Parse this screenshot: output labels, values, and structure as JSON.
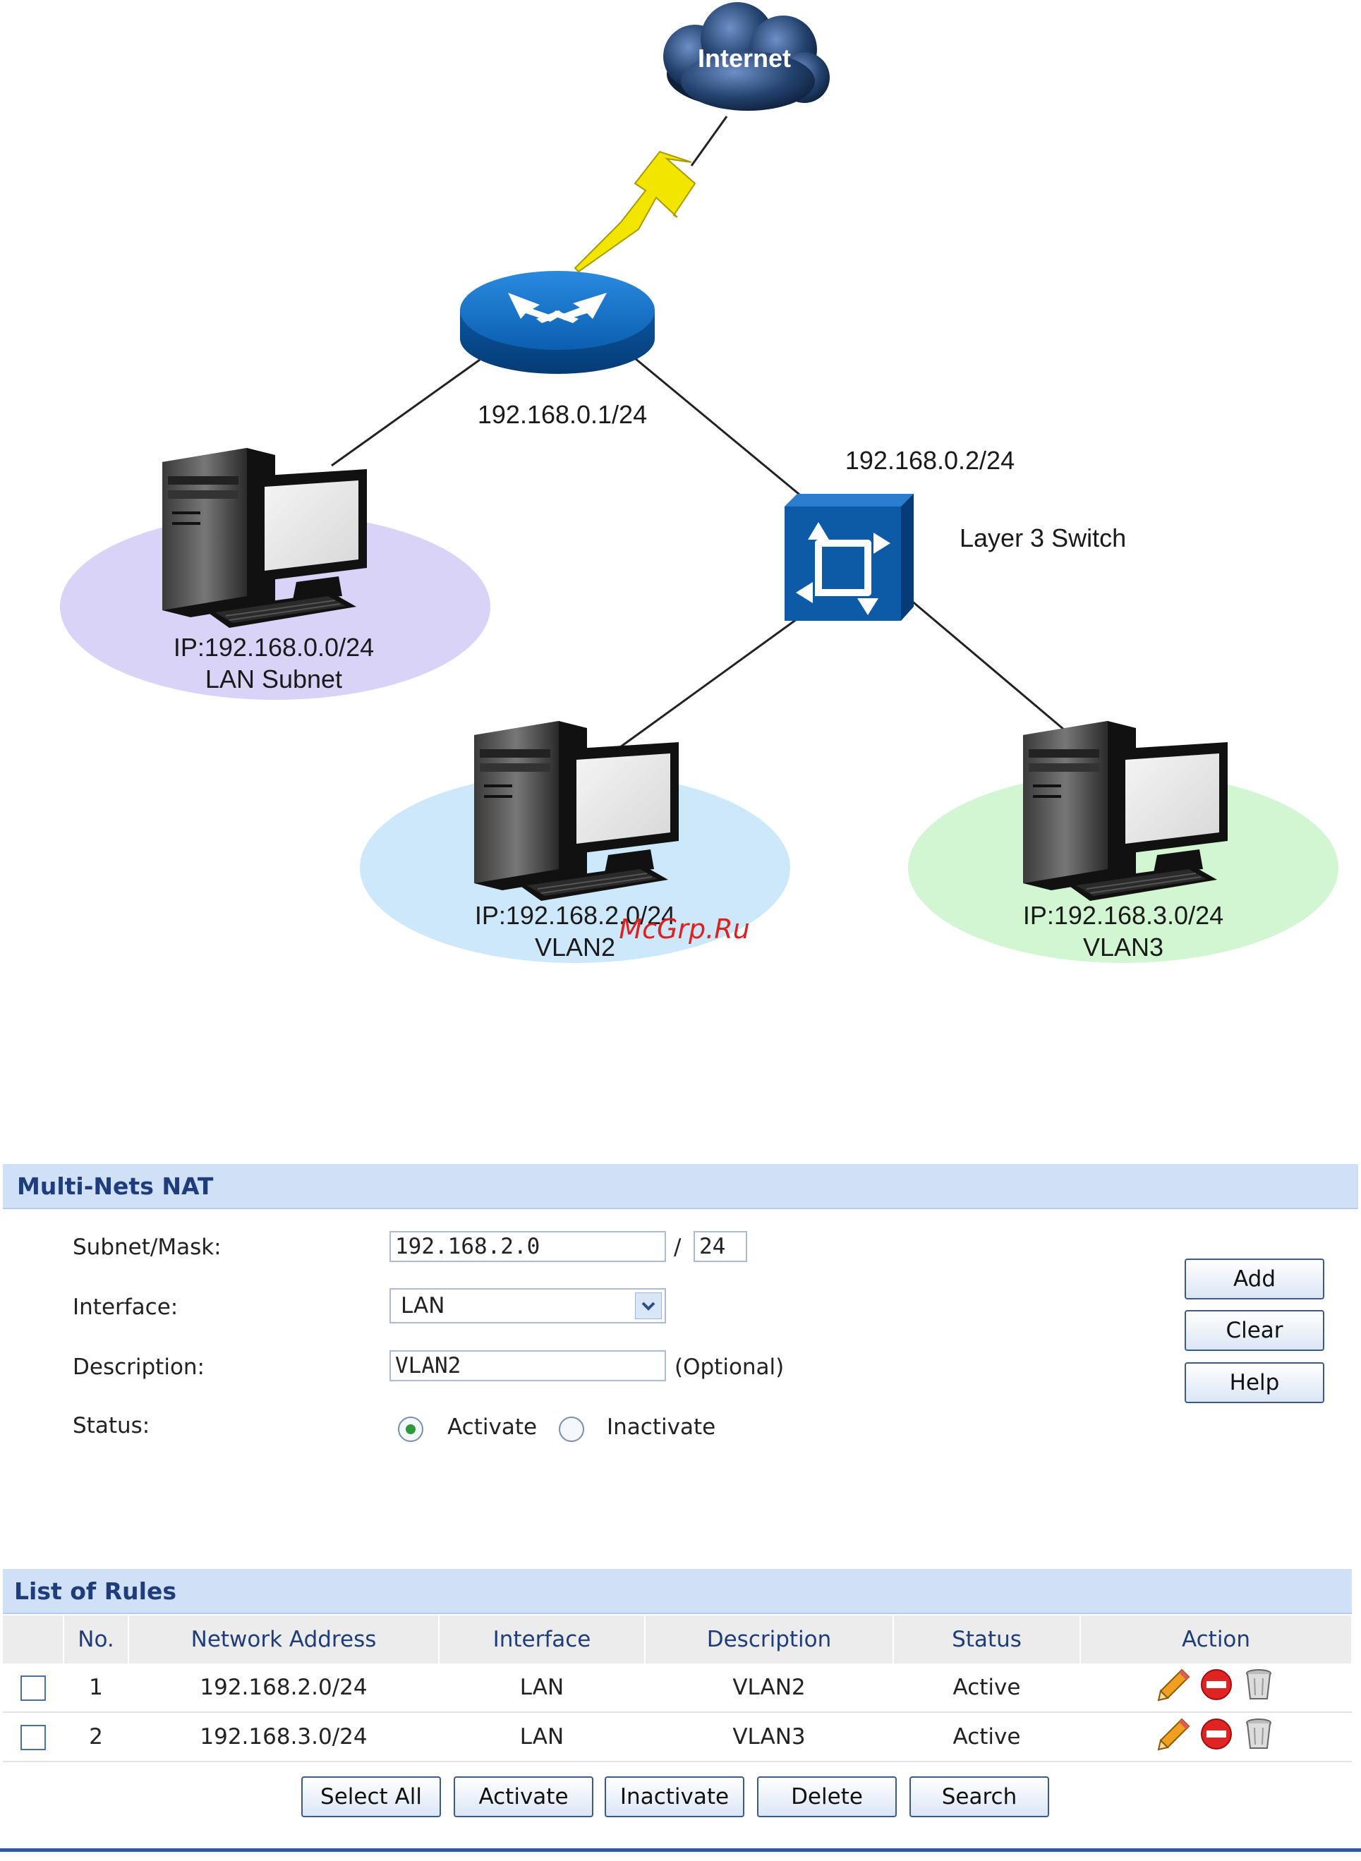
{
  "diagram": {
    "internet_label": "Internet",
    "router_ip": "192.168.0.1/24",
    "switch_ip": "192.168.0.2/24",
    "switch_label": "Layer 3 Switch",
    "lan_ip": "IP:192.168.0.0/24",
    "lan_name": "LAN Subnet",
    "vlan2_ip": "IP:192.168.2.0/24",
    "vlan2_name": "VLAN2",
    "vlan3_ip": "IP:192.168.3.0/24",
    "vlan3_name": "VLAN3",
    "watermark": "McGrp.Ru"
  },
  "form": {
    "title": "Multi-Nets NAT",
    "subnet_label": "Subnet/Mask:",
    "subnet_value": "192.168.2.0",
    "mask_separator": "/",
    "mask_value": "24",
    "interface_label": "Interface:",
    "interface_value": "LAN",
    "description_label": "Description:",
    "description_value": "VLAN2",
    "optional_hint": "(Optional)",
    "status_label": "Status:",
    "status_activate": "Activate",
    "status_inactivate": "Inactivate",
    "status_selected": "Activate",
    "add_label": "Add",
    "clear_label": "Clear",
    "help_label": "Help"
  },
  "rules": {
    "title": "List of Rules",
    "columns": [
      "",
      "No.",
      "Network Address",
      "Interface",
      "Description",
      "Status",
      "Action"
    ],
    "rows": [
      {
        "no": "1",
        "network": "192.168.2.0/24",
        "interface": "LAN",
        "description": "VLAN2",
        "status": "Active"
      },
      {
        "no": "2",
        "network": "192.168.3.0/24",
        "interface": "LAN",
        "description": "VLAN3",
        "status": "Active"
      }
    ],
    "buttons": {
      "select_all": "Select All",
      "activate": "Activate",
      "inactivate": "Inactivate",
      "delete": "Delete",
      "search": "Search"
    }
  },
  "colors": {
    "header_bg": "#cfe0f7",
    "header_text": "#1e3d7a",
    "lan_ellipse": "#d9d4f7",
    "vlan2_ellipse": "#cde8fb",
    "vlan3_ellipse": "#d2f5d2",
    "device_blue": "#0d5aa6",
    "watermark": "#e02020"
  }
}
